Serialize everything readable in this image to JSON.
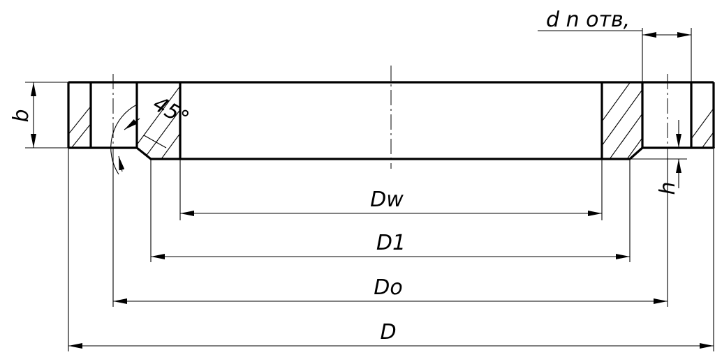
{
  "labels": {
    "holes": "d n отв,",
    "thickness": "b",
    "chamfer_angle": "45°",
    "hub_height": "h",
    "dw": "Dw",
    "d1": "D1",
    "do": "Do",
    "d": "D"
  },
  "colors": {
    "line": "#000000",
    "background": "#ffffff"
  }
}
